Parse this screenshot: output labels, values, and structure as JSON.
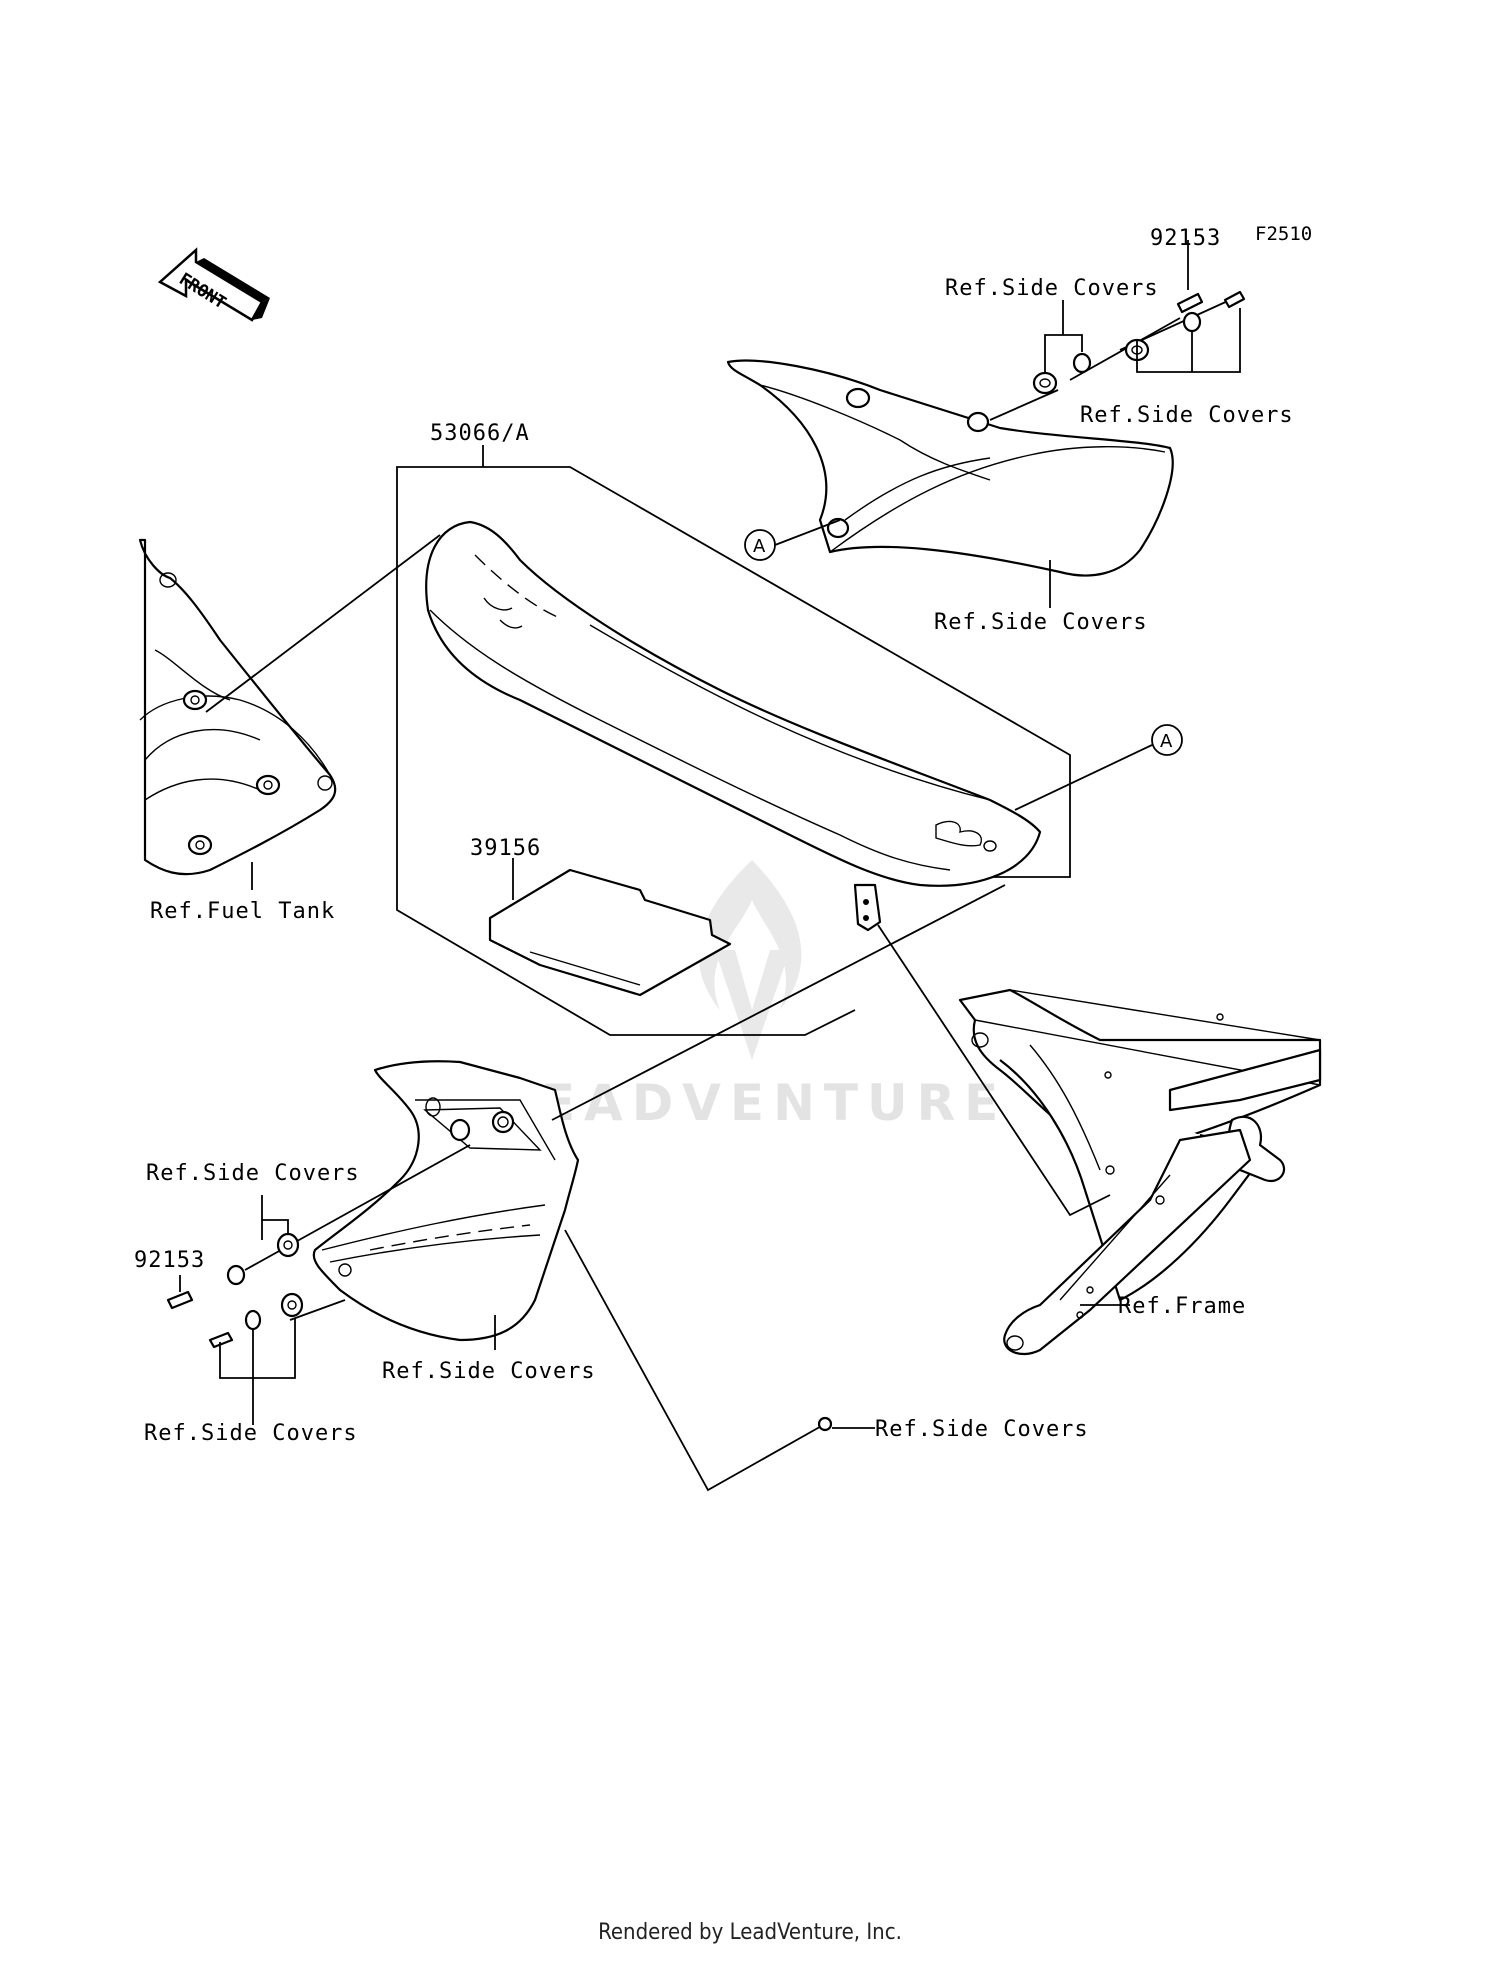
{
  "diagram_code": "F2510",
  "front_arrow": "FRONT",
  "callouts": {
    "a_upper": "A",
    "a_lower": "A"
  },
  "labels": {
    "part_92153_top": "92153",
    "part_53066": "53066/A",
    "part_39156": "39156",
    "part_92153_left": "92153",
    "ref_side_covers_1": "Ref.Side Covers",
    "ref_side_covers_2": "Ref.Side Covers",
    "ref_side_covers_3": "Ref.Side Covers",
    "ref_side_covers_4": "Ref.Side Covers",
    "ref_side_covers_5": "Ref.Side Covers",
    "ref_side_covers_6": "Ref.Side Covers",
    "ref_side_covers_7": "Ref.Side Covers",
    "ref_fuel_tank": "Ref.Fuel Tank",
    "ref_frame": "Ref.Frame"
  },
  "watermark": "LEADVENTURE",
  "footer": "Rendered by LeadVenture, Inc."
}
